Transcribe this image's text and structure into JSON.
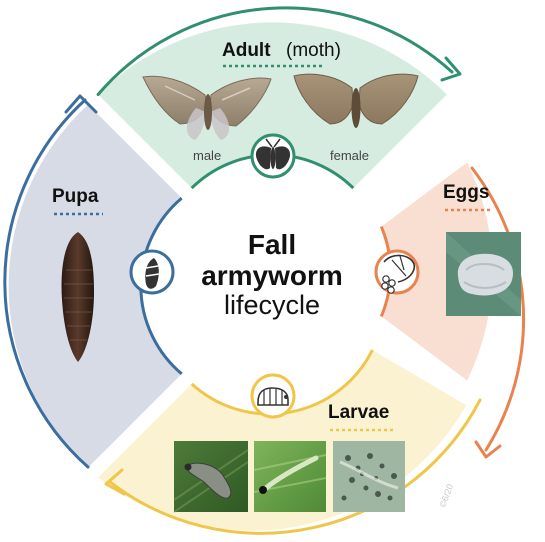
{
  "center": {
    "line1": "Fall",
    "line2": "armyworm",
    "line3": "lifecycle"
  },
  "stages": {
    "adult": {
      "label": "Adult",
      "sublabel": "(moth)",
      "male": "male",
      "female": "female",
      "color": "#2f8f6f",
      "fill": "#d7ece1"
    },
    "eggs": {
      "label": "Eggs",
      "color": "#e8834f",
      "fill": "#f8dfd1"
    },
    "larvae": {
      "label": "Larvae",
      "color": "#f0c64a",
      "fill": "#fbf2d2"
    },
    "pupa": {
      "label": "Pupa",
      "color": "#3b6e9e",
      "fill": "#d7dbe6"
    }
  },
  "watermark": "©6/20",
  "icons": [
    "moth-icon",
    "egg-cluster-icon",
    "larva-icon",
    "pupa-icon"
  ]
}
